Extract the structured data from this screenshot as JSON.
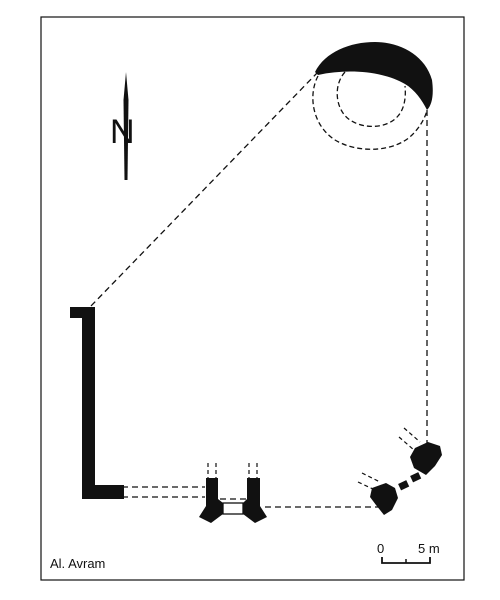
{
  "credit": "Al. Avram",
  "north": {
    "label": "N"
  },
  "scale": {
    "start": "0",
    "end": "5 m"
  }
}
